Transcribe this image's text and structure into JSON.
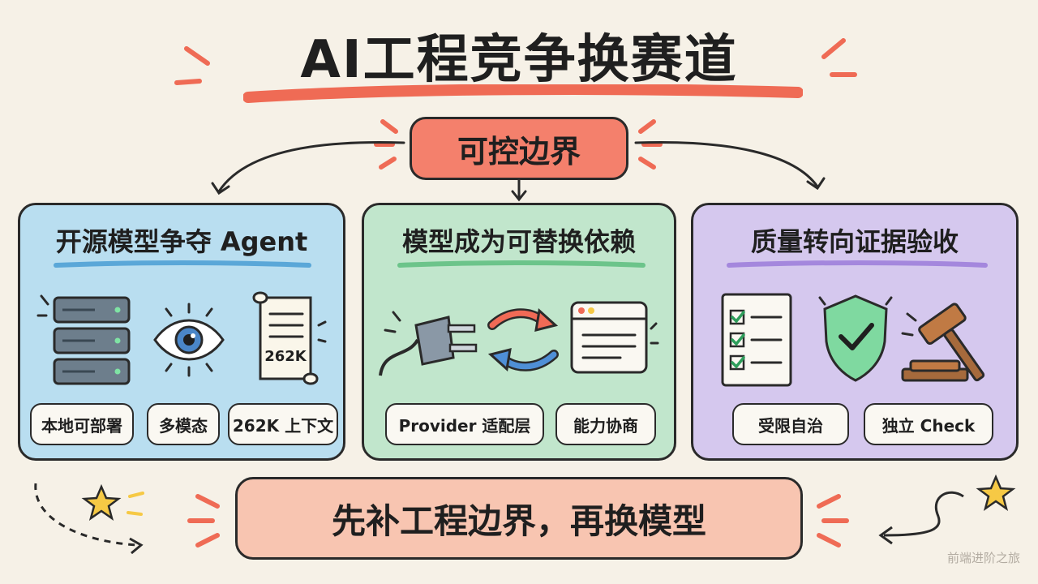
{
  "title": "AI工程竞争换赛道",
  "top_pill": "可控边界",
  "panels": [
    {
      "title": "开源模型争夺 Agent",
      "chips": [
        "本地可部署",
        "多模态",
        "262K 上下文"
      ],
      "icon_labels": {
        "scroll_text": "262K"
      },
      "icons": [
        "server-stack-icon",
        "eye-icon",
        "scroll-icon"
      ],
      "color": "#b9def0"
    },
    {
      "title": "模型成为可替换依赖",
      "chips": [
        "Provider 适配层",
        "能力协商"
      ],
      "icons": [
        "plug-icon",
        "swap-arrows-icon",
        "browser-window-icon"
      ],
      "color": "#c1e6cc"
    },
    {
      "title": "质量转向证据验收",
      "chips": [
        "受限自治",
        "独立 Check"
      ],
      "icons": [
        "checklist-icon",
        "shield-check-icon",
        "gavel-icon"
      ],
      "color": "#d5c8ee"
    }
  ],
  "bottom_banner": "先补工程边界，再换模型",
  "watermark": "前端进阶之旅",
  "colors": {
    "background": "#f6f1e7",
    "accent_red": "#f4806c",
    "bottom_banner": "#f8c5b1"
  }
}
